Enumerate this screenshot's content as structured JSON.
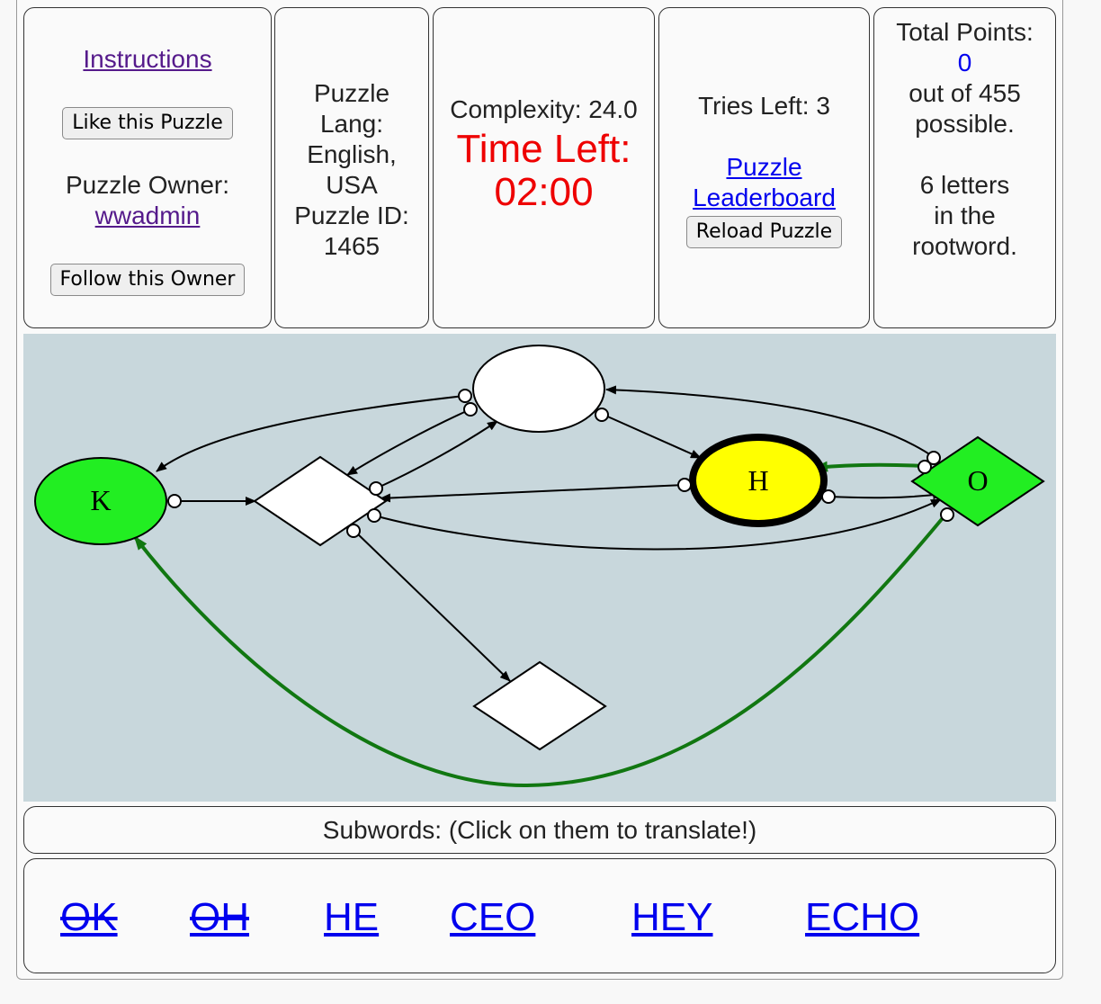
{
  "left_panel": {
    "instructions_link": "Instructions",
    "like_button": "Like this Puzzle",
    "owner_label": "Puzzle Owner:",
    "owner_name": "wwadmin",
    "follow_button": "Follow this Owner"
  },
  "info_panel": {
    "line1": "Puzzle",
    "line2": "Lang:",
    "line3": "English,",
    "line4": "USA",
    "line5": "Puzzle ID:",
    "line6": "1465"
  },
  "timer_panel": {
    "complexity": "Complexity: 24.0",
    "time_left_label": "Time Left:",
    "time_left_value": "02:00",
    "time_color": "#ee0000"
  },
  "tries_panel": {
    "tries_left": "Tries Left: 3",
    "leaderboard_line1": "Puzzle",
    "leaderboard_line2": "Leaderboard",
    "reload_button": "Reload Puzzle"
  },
  "points_panel": {
    "label": "Total Points:",
    "points": "0",
    "out_of": "out of 455",
    "possible": "possible.",
    "letters_line1": "6 letters",
    "letters_line2": "in the",
    "letters_line3": "rootword."
  },
  "graph": {
    "nodes": [
      {
        "id": "top-ellipse",
        "label": "",
        "fill": "#ffffff"
      },
      {
        "id": "k-node",
        "label": "K",
        "fill": "#22ee22"
      },
      {
        "id": "center-diamond",
        "label": "",
        "fill": "#ffffff"
      },
      {
        "id": "h-node",
        "label": "H",
        "fill": "#ffff00"
      },
      {
        "id": "o-node",
        "label": "O",
        "fill": "#22ee22"
      },
      {
        "id": "bottom-diamond",
        "label": "",
        "fill": "#ffffff"
      }
    ],
    "path_color": "#117711",
    "background": "#c8d7dc"
  },
  "subwords": {
    "header": "Subwords: (Click on them to translate!)",
    "words": [
      {
        "text": "OK",
        "found": true
      },
      {
        "text": "OH",
        "found": true
      },
      {
        "text": "HE",
        "found": false
      },
      {
        "text": "CEO",
        "found": false
      },
      {
        "text": "HEY",
        "found": false
      },
      {
        "text": "ECHO",
        "found": false
      }
    ]
  }
}
